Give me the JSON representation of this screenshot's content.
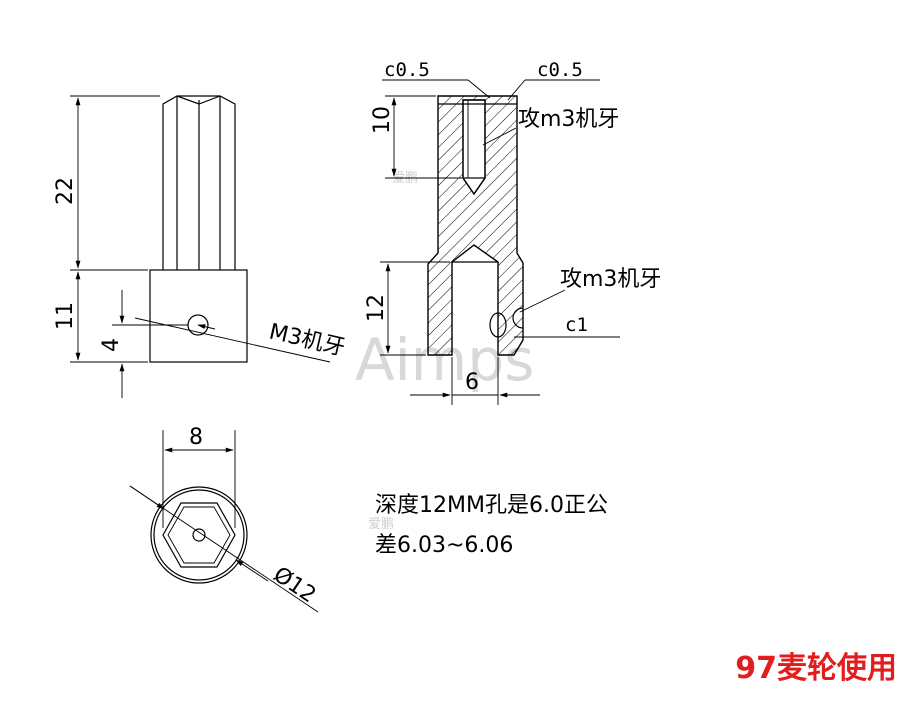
{
  "dimensions": {
    "side_view": {
      "shaft_length": "22",
      "head_height": "11",
      "hole_offset": "4",
      "thread_callout": "M3机牙"
    },
    "section_view": {
      "chamfer_left": "c0.5",
      "chamfer_right": "c0.5",
      "top_hole_depth": "10",
      "top_tap": "攻m3机牙",
      "bore_depth": "12",
      "side_tap": "攻m3机牙",
      "bottom_chamfer": "c1",
      "bore_diameter": "6"
    },
    "end_view": {
      "hex_across_flats": "8",
      "outer_diameter": "Ø12"
    }
  },
  "note": {
    "line1": "深度12MM孔是6.0正公",
    "line2": "差6.03~6.06"
  },
  "usage_label": "97麦轮使用",
  "watermark": {
    "main": "Aimps",
    "small_1": "爱鹏",
    "small_2": "爱鹏"
  },
  "colors": {
    "line": "#000000",
    "usage_label": "#e11d1d",
    "watermark": "#d8d8d8"
  }
}
